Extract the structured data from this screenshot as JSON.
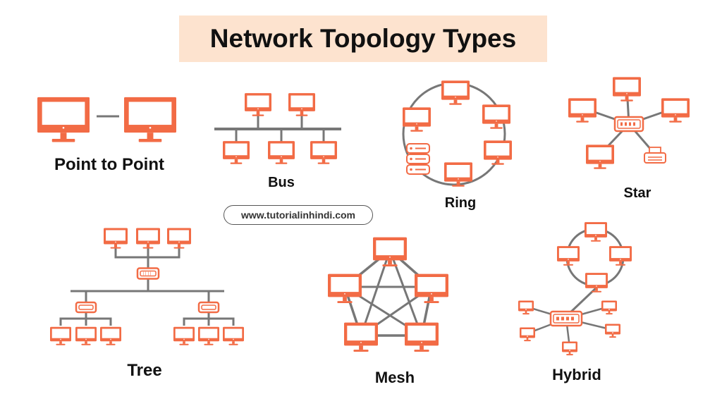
{
  "title": "Network Topology Types",
  "website": "www.tutorialinhindi.com",
  "labels": {
    "point_to_point": "Point to Point",
    "bus": "Bus",
    "ring": "Ring",
    "star": "Star",
    "tree": "Tree",
    "mesh": "Mesh",
    "hybrid": "Hybrid"
  },
  "colors": {
    "device": "#f26b45",
    "line": "#777777",
    "title_bg": "#fde3cf"
  },
  "icons": [
    "monitor-icon",
    "switch-icon",
    "server-icon",
    "printer-icon"
  ]
}
